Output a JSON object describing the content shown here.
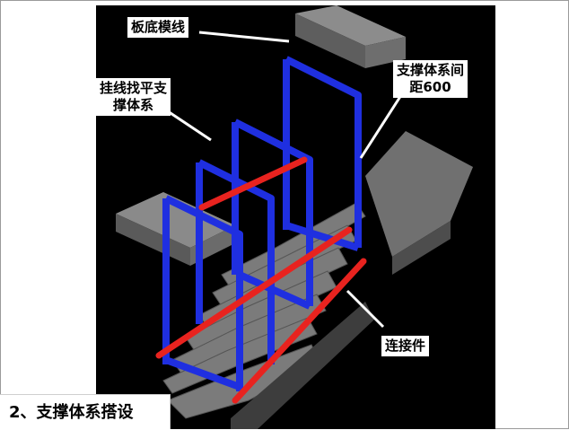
{
  "labels": {
    "slab_line": "板底模线",
    "leveling": [
      "挂线找平支",
      "撑体系"
    ],
    "spacing": [
      "支撑体系间",
      "距600"
    ],
    "connector": "连接件"
  },
  "caption": "2、支撑体系搭设",
  "colors": {
    "background": "#000000",
    "concrete": "#8a8a8a",
    "support_frame": "#1f2fe0",
    "connector": "#e8231f",
    "callout_bg": "#ffffff"
  }
}
